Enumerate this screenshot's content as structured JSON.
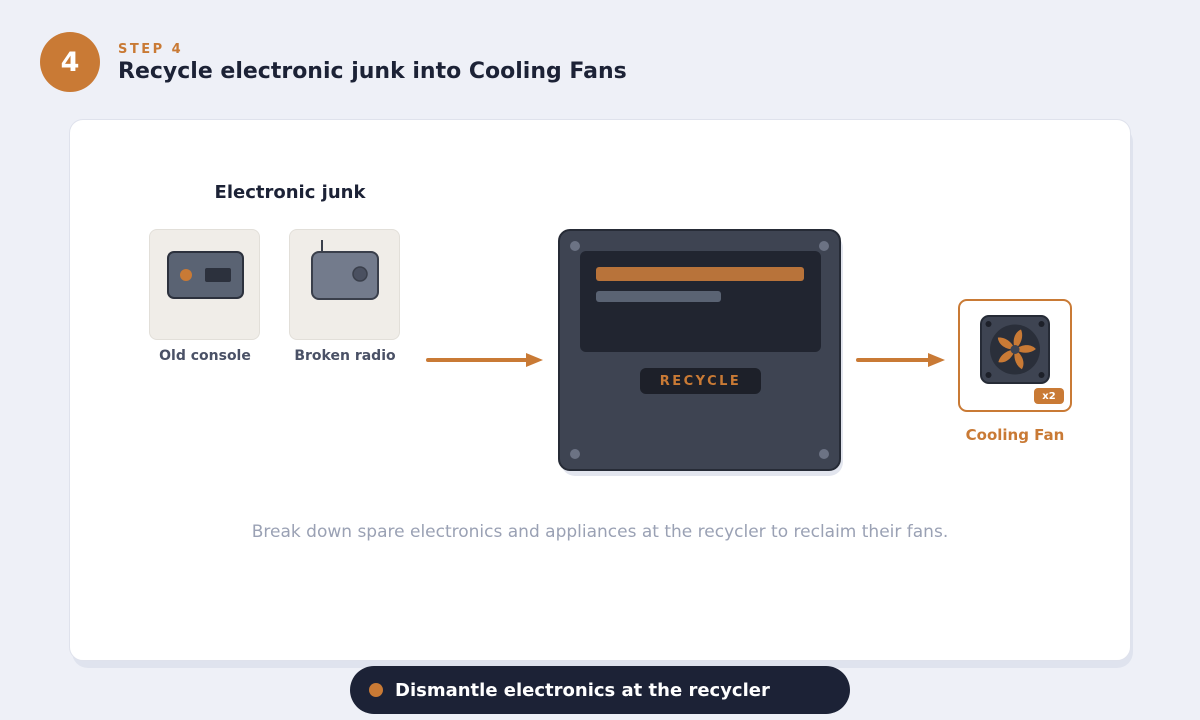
{
  "step": {
    "number": "4",
    "label": "STEP 4",
    "title": "Recycle electronic junk into Cooling Fans"
  },
  "inputs": {
    "group_title": "Electronic junk",
    "items": [
      {
        "label": "Old console",
        "icon": "console-icon"
      },
      {
        "label": "Broken radio",
        "icon": "radio-icon"
      }
    ]
  },
  "machine": {
    "button_label": "RECYCLE"
  },
  "output": {
    "label": "Cooling Fan",
    "quantity": "x2",
    "icon": "cooling-fan-icon"
  },
  "description": "Break down spare electronics and appliances at the recycler to reclaim their fans.",
  "footer": {
    "label": "Dismantle electronics at the recycler"
  },
  "colors": {
    "accent": "#c97a35",
    "dark": "#1c2236",
    "machine": "#3e4452",
    "background": "#eef0f7"
  }
}
